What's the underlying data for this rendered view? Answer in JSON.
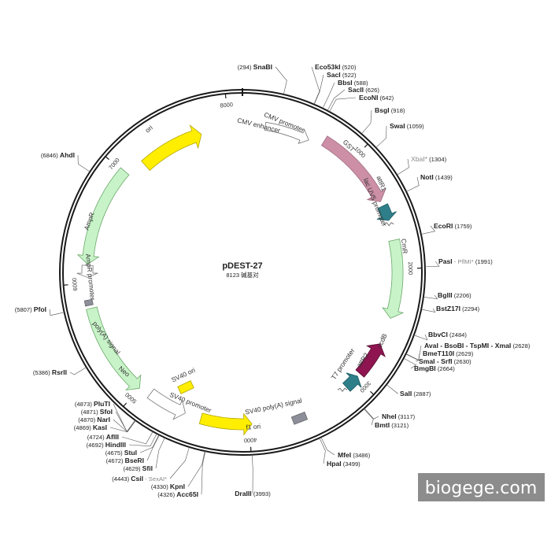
{
  "plasmid": {
    "name": "pDEST-27",
    "length_label": "8123 碱基对",
    "total_bp": 8123
  },
  "watermark": {
    "text": "biogege.com"
  },
  "colors": {
    "backbone": "#1a1a1a",
    "ori": "#ffee00",
    "gst": "#cc8fa6",
    "att": "#2f7f8a",
    "cmr": "#c8f3c8",
    "ccdb": "#8e1550",
    "f1ori": "#ffee00",
    "polya": "#8c8e99",
    "promoter": "#ffffff",
    "neo": "#c8f3c8",
    "ampr": "#c8f3c8"
  },
  "ticks": [
    "1000",
    "2000",
    "3000",
    "4000",
    "5000",
    "6000",
    "7000",
    "8000"
  ],
  "features": [
    {
      "label": "CMV promoter",
      "start": 200,
      "end": 600,
      "kind": "promoter"
    },
    {
      "label": "CMV enhancer",
      "start": 0,
      "end": 0,
      "kind": "text"
    },
    {
      "label": "GST",
      "start": 720,
      "end": 1420,
      "kind": "gst"
    },
    {
      "label": "attR1",
      "start": 1460,
      "end": 1590,
      "kind": "att"
    },
    {
      "label": "lac UV5 promoter",
      "start": 1600,
      "end": 1640,
      "kind": "small"
    },
    {
      "label": "CmR",
      "start": 1760,
      "end": 2420,
      "kind": "cmr"
    },
    {
      "label": "ccdB",
      "start": 2650,
      "end": 2950,
      "kind": "ccdb"
    },
    {
      "label": "attR2",
      "start": 2980,
      "end": 3110,
      "kind": "att"
    },
    {
      "label": "T7 promoter",
      "start": 3140,
      "end": 3165,
      "kind": "small"
    },
    {
      "label": "SV40 poly(A) signal",
      "start": 3520,
      "end": 3640,
      "kind": "polya"
    },
    {
      "label": "f1 ori",
      "start": 3980,
      "end": 4420,
      "kind": "f1ori"
    },
    {
      "label": "SV40 promoter",
      "start": 4560,
      "end": 4900,
      "kind": "promoter"
    },
    {
      "label": "SV40 ori",
      "start": 0,
      "end": 0,
      "kind": "box"
    },
    {
      "label": "Neo",
      "start": 5000,
      "end": 5790,
      "kind": "neo"
    },
    {
      "label": "poly(A) signal",
      "start": 5800,
      "end": 5870,
      "kind": "polya"
    },
    {
      "label": "AmpR promoter",
      "start": 6050,
      "end": 6150,
      "kind": "promoter"
    },
    {
      "label": "AmpR",
      "start": 6160,
      "end": 7010,
      "kind": "ampr"
    },
    {
      "label": "ori",
      "start": 7170,
      "end": 7750,
      "kind": "ori"
    }
  ],
  "sites": [
    {
      "name": "SnaBI",
      "pos": "(294)",
      "gray": false
    },
    {
      "name": "Eco53kI",
      "pos": "(520)",
      "gray": false
    },
    {
      "name": "SacI",
      "pos": "(522)",
      "gray": false
    },
    {
      "name": "BbsI",
      "pos": "(588)",
      "gray": false
    },
    {
      "name": "SacII",
      "pos": "(626)",
      "gray": false
    },
    {
      "name": "EcoNI",
      "pos": "(642)",
      "gray": false
    },
    {
      "name": "BsgI",
      "pos": "(918)",
      "gray": false
    },
    {
      "name": "SwaI",
      "pos": "(1059)",
      "gray": false
    },
    {
      "name": "XbaI*",
      "pos": "(1304)",
      "gray": true
    },
    {
      "name": "NotI",
      "pos": "(1439)",
      "gray": false
    },
    {
      "name": "EcoRI",
      "pos": "(1759)",
      "gray": false
    },
    {
      "name": "PasI",
      "pos": "(1991)",
      "gray": false,
      "extra": " - PflMI*"
    },
    {
      "name": "BglII",
      "pos": "(2206)",
      "gray": false
    },
    {
      "name": "BstZ17I",
      "pos": "(2294)",
      "gray": false
    },
    {
      "name": "BbvCI",
      "pos": "(2484)",
      "gray": false
    },
    {
      "name": "AvaI - BsoBI - TspMI - XmaI",
      "pos": "(2628)",
      "gray": false
    },
    {
      "name": "BmeT110I",
      "pos": "(2629)",
      "gray": false
    },
    {
      "name": "SmaI - SrfI",
      "pos": "(2630)",
      "gray": false
    },
    {
      "name": "BmgBI",
      "pos": "(2664)",
      "gray": false
    },
    {
      "name": "SalI",
      "pos": "(2887)",
      "gray": false
    },
    {
      "name": "NheI",
      "pos": "(3117)",
      "gray": false
    },
    {
      "name": "BmtI",
      "pos": "(3121)",
      "gray": false
    },
    {
      "name": "MfeI",
      "pos": "(3486)",
      "gray": false
    },
    {
      "name": "HpaI",
      "pos": "(3499)",
      "gray": false
    },
    {
      "name": "DraIII",
      "pos": "(3993)",
      "gray": false
    },
    {
      "name": "Acc65I",
      "pos": "(4326)",
      "gray": false
    },
    {
      "name": "KpnI",
      "pos": "(4330)",
      "gray": false
    },
    {
      "name": "CsiI",
      "pos": "(4443)",
      "gray": false,
      "extra": " - SexAI*"
    },
    {
      "name": "SfiI",
      "pos": "(4629)",
      "gray": false
    },
    {
      "name": "BseRI",
      "pos": "(4672)",
      "gray": false
    },
    {
      "name": "StuI",
      "pos": "(4675)",
      "gray": false
    },
    {
      "name": "HindIII",
      "pos": "(4692)",
      "gray": false
    },
    {
      "name": "AflII",
      "pos": "(4724)",
      "gray": false
    },
    {
      "name": "KasI",
      "pos": "(4869)",
      "gray": false
    },
    {
      "name": "NarI",
      "pos": "(4870)",
      "gray": false
    },
    {
      "name": "SfoI",
      "pos": "(4871)",
      "gray": false
    },
    {
      "name": "PluTI",
      "pos": "(4873)",
      "gray": false
    },
    {
      "name": "RsrII",
      "pos": "(5386)",
      "gray": false
    },
    {
      "name": "PfoI",
      "pos": "(5807)",
      "gray": false
    },
    {
      "name": "AhdI",
      "pos": "(6846)",
      "gray": false
    }
  ]
}
